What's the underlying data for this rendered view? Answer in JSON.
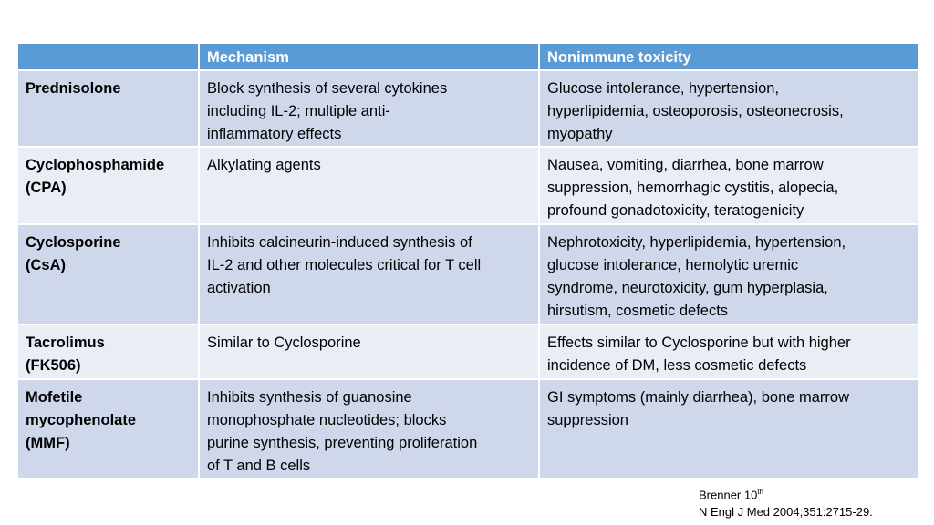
{
  "table": {
    "headers": [
      "",
      "Mechanism",
      "Nonimmune toxicity"
    ],
    "rows": [
      {
        "drug": [
          "Prednisolone"
        ],
        "mechanism": [
          "Block synthesis of several cytokines",
          "including IL-2; multiple anti-",
          "inflammatory effects"
        ],
        "toxicity": [
          "Glucose intolerance, hypertension,",
          "hyperlipidemia, osteoporosis, osteonecrosis,",
          "myopathy"
        ]
      },
      {
        "drug": [
          "Cyclophosphamide",
          "(CPA)"
        ],
        "mechanism": [
          "Alkylating agents"
        ],
        "toxicity": [
          "Nausea, vomiting, diarrhea, bone marrow",
          "suppression, hemorrhagic cystitis, alopecia,",
          "profound gonadotoxicity, teratogenicity"
        ]
      },
      {
        "drug": [
          "Cyclosporine",
          "(CsA)"
        ],
        "mechanism": [
          "Inhibits calcineurin-induced synthesis of",
          "IL-2 and other molecules critical for T cell",
          "activation"
        ],
        "toxicity": [
          "Nephrotoxicity, hyperlipidemia, hypertension,",
          "glucose intolerance, hemolytic uremic",
          "syndrome, neurotoxicity, gum hyperplasia,",
          "hirsutism, cosmetic defects"
        ]
      },
      {
        "drug": [
          "Tacrolimus",
          "(FK506)"
        ],
        "mechanism": [
          "Similar to Cyclosporine"
        ],
        "toxicity": [
          "Effects similar to Cyclosporine but with higher",
          "incidence of DM, less cosmetic defects"
        ]
      },
      {
        "drug": [
          "Mofetile",
          "mycophenolate",
          "(MMF)"
        ],
        "mechanism": [
          "Inhibits synthesis of guanosine",
          "monophosphate nucleotides; blocks",
          "purine synthesis, preventing proliferation",
          "of T and B cells"
        ],
        "toxicity": [
          "GI symptoms (mainly diarrhea), bone marrow",
          "suppression"
        ]
      }
    ]
  },
  "references": {
    "line1": "Brenner 10",
    "line1_sup": "th",
    "line2": "N Engl J Med 2004;351:2715-29."
  }
}
